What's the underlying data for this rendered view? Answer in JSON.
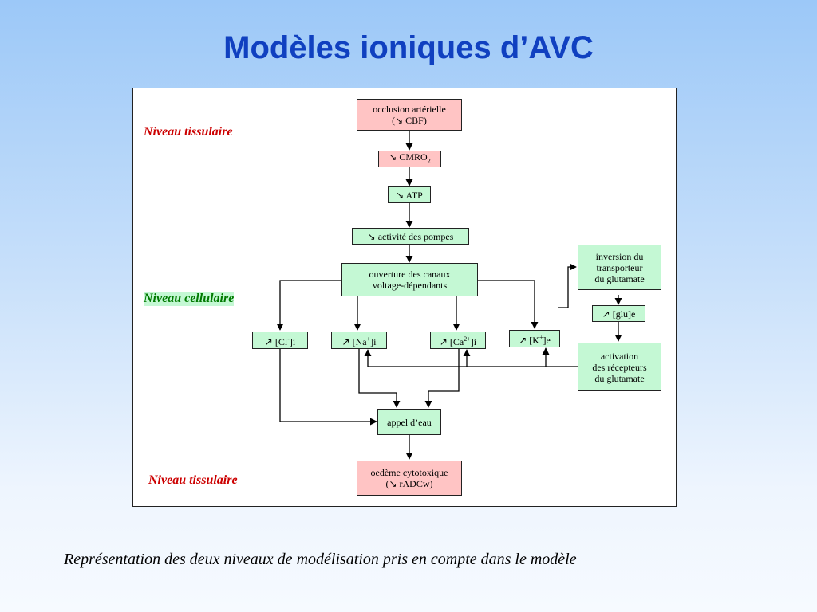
{
  "slide": {
    "title": "Modèles ioniques d’AVC",
    "caption": "Représentation des deux niveaux de modélisation pris en compte dans le modèle"
  },
  "levels": {
    "top": "Niveau tissulaire",
    "middle": "Niveau cellulaire",
    "bottom": "Niveau tissulaire"
  },
  "nodes": {
    "occlusion": {
      "line1": "occlusion artérielle",
      "line2": "(↘ CBF)"
    },
    "cmro2": {
      "text": "↘ CMRO",
      "sub": "2"
    },
    "atp": {
      "text": "↘ ATP"
    },
    "pompes": {
      "text": "↘ activité des pompes"
    },
    "canaux": {
      "line1": "ouverture des canaux",
      "line2": "voltage-dépendants"
    },
    "inversion": {
      "line1": "inversion du",
      "line2": "transporteur",
      "line3": "du glutamate"
    },
    "glu": {
      "text": "↗ [glu]e"
    },
    "cl": {
      "pre": "↗ [Cl",
      "sup": "-",
      "post": "]i"
    },
    "na": {
      "pre": "↗ [Na",
      "sup": "+",
      "post": "]i"
    },
    "ca": {
      "pre": "↗ [Ca",
      "sup": "2+",
      "post": "]i"
    },
    "k": {
      "pre": "↗ [K",
      "sup": "+",
      "post": "]e"
    },
    "activation": {
      "line1": "activation",
      "line2": "des récepteurs",
      "line3": "du glutamate"
    },
    "eau": {
      "text": "appel d’eau"
    },
    "oedeme": {
      "line1": "oedème cytotoxique",
      "line2": "(↘ rADCw)"
    }
  },
  "colors": {
    "title": "#1040c0",
    "tissue_level": "#cc0000",
    "cell_level": "#007a00",
    "tissue_box": "#ffc4c4",
    "cell_box": "#c4f8d4"
  }
}
